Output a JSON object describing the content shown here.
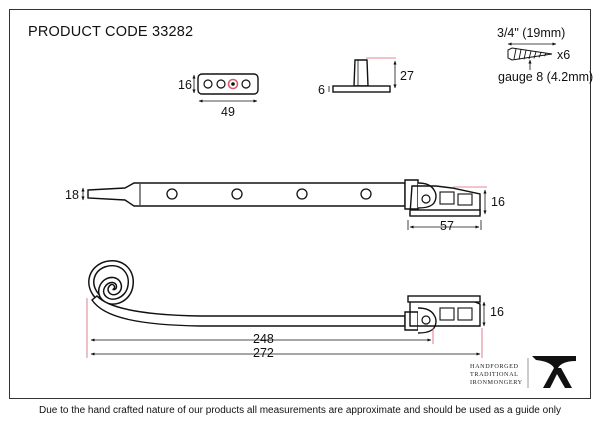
{
  "header": {
    "product_code": "PRODUCT CODE 33282"
  },
  "screw_spec": {
    "length": "3/4\" (19mm)",
    "quantity": "x6",
    "gauge": "gauge 8 (4.2mm)"
  },
  "keep_plate": {
    "height": "16",
    "width": "49"
  },
  "pin": {
    "base_height": "6",
    "height": "27"
  },
  "straight_stay": {
    "width": "18",
    "bracket_height": "16",
    "bracket_width": "57"
  },
  "monkey_tail_stay": {
    "bracket_height": "16",
    "length_to_bracket": "248",
    "overall_length": "272"
  },
  "brand": {
    "line1": "HANDFORGED",
    "line2": "TRADITIONAL",
    "line3": "IRONMONGERY"
  },
  "footer": {
    "disclaimer": "Due to the hand crafted nature of our products all measurements are approximate and should be used as a guide only"
  },
  "colors": {
    "accent": "#d9606f",
    "ink": "#111111"
  }
}
